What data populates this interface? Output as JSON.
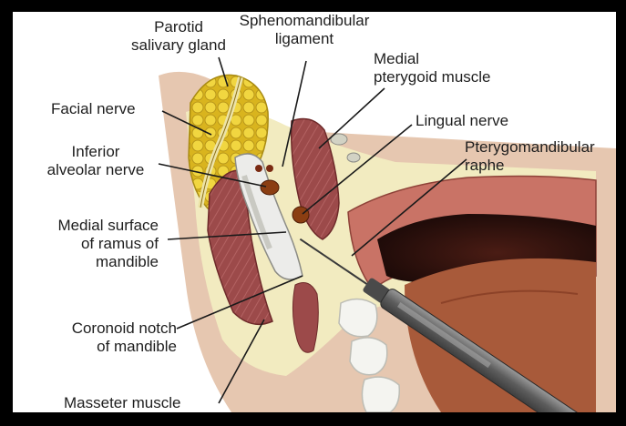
{
  "labels": {
    "parotid": [
      "Parotid",
      "salivary gland"
    ],
    "spheno": [
      "Sphenomandibular",
      "ligament"
    ],
    "medial_ptery": [
      "Medial",
      "pterygoid muscle"
    ],
    "facial": "Facial nerve",
    "lingual": "Lingual nerve",
    "inferior_alv": [
      "Inferior",
      "alveolar nerve"
    ],
    "ptery_raphe": [
      "Pterygomandibular",
      "raphe"
    ],
    "medial_surface": [
      "Medial surface",
      "of ramus of",
      "mandible"
    ],
    "coronoid": [
      "Coronoid notch",
      "of mandible"
    ],
    "masseter": "Masseter muscle"
  },
  "colors": {
    "frame": "#000000",
    "background": "#ffffff",
    "skin": "#e6c7b0",
    "fat_tissue": "#f2ebc0",
    "muscle": "#9c4a4a",
    "gland": "#e8c82a",
    "bone": "#ececea",
    "mucosa": "#c97366",
    "mouth_dark": "#2a1210",
    "tongue": "#a85a3a",
    "teeth": "#f4f4f0",
    "syringe": "#6f6f6f",
    "leader_line": "#1a1a1a"
  }
}
